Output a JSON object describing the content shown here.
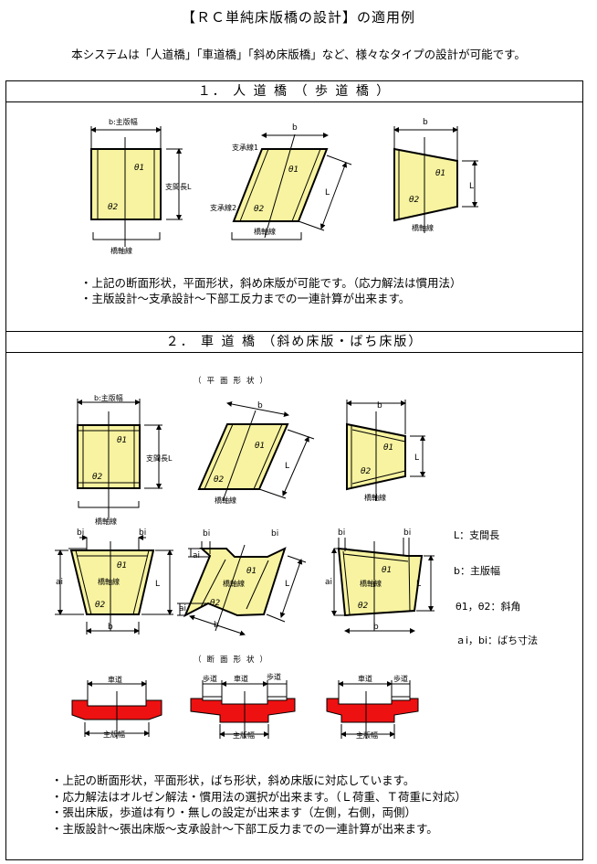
{
  "header": {
    "title": "【ＲＣ単純床版橋の設計】の適用例",
    "intro": "本システムは「人道橋」「車道橋」「斜め床版橋」など、様々なタイプの設計が可能です。"
  },
  "section1": {
    "heading": "１． 人 道 橋 （ 歩 道 橋 ）",
    "labels": {
      "b_main": "b:主版幅",
      "span": "支間長L",
      "theta1": "θ1",
      "theta2": "θ2",
      "axis": "橋軸線",
      "b": "b",
      "L": "L",
      "support1": "支承線1",
      "support2": "支承線2"
    },
    "bullets": [
      "・上記の断面形状，平面形状，斜め床版が可能です。（応力解法は慣用法）",
      "・主版設計～支承設計～下部工反力までの一連計算が出来ます。"
    ]
  },
  "section2": {
    "heading": "２． 車 道 橋 （斜め床版・ばち床版）",
    "plan_caption": "（平面形状）",
    "section_caption": "（断面形状）",
    "labels": {
      "b_main": "b:主版幅",
      "span": "支間長L",
      "theta1": "θ1",
      "theta2": "θ2",
      "axis": "橋軸線",
      "b": "b",
      "L": "L",
      "bi": "bi",
      "ai": "ai",
      "roadway": "車道",
      "sidewalk": "歩道",
      "main_width": "主版幅"
    },
    "legend": [
      "L：支間長",
      "b：主版幅",
      "θ1，θ2：斜角",
      "ａi，bi：ばち寸法"
    ],
    "bullets": [
      "・上記の断面形状，平面形状，ばち形状，斜め床版に対応しています。",
      "・応力解法はオルゼン解法・慣用法の選択が出来ます。（Ｌ荷重、Ｔ荷重に対応）",
      "・張出床版，歩道は有り・無しの設定が出来ます（左側，右側，両側）",
      "・主版設計～張出床版～支承設計～下部工反力までの一連計算が出来ます。"
    ]
  },
  "colors": {
    "slab_fill": "#f7f3a0",
    "section_fill": "#ee1111"
  }
}
